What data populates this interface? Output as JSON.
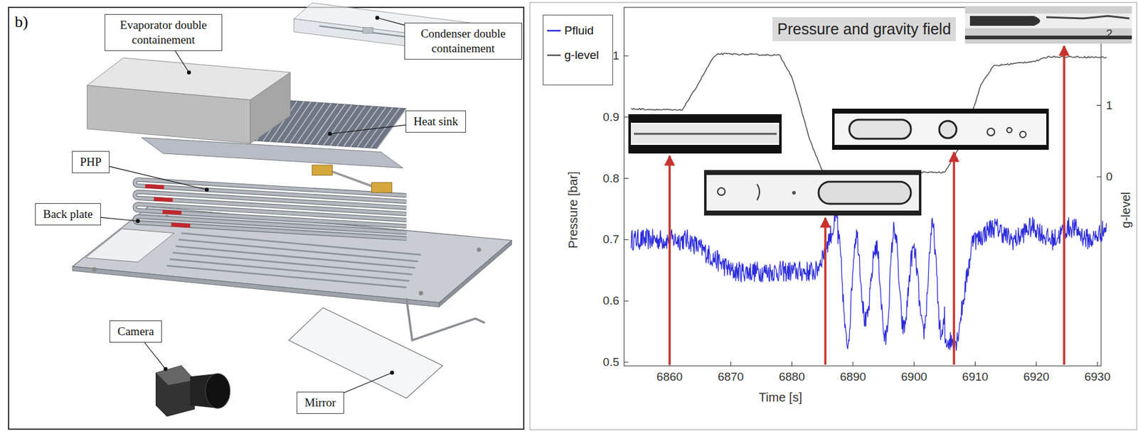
{
  "diagram": {
    "nodes": [
      {
        "text": [
          "Evaporator double containement"
        ]
      },
      {
        "text": [
          "Condenser double containement"
        ]
      },
      {
        "text": [
          "Heat sink"
        ]
      },
      {
        "text": [
          "PHP"
        ]
      },
      {
        "text": [
          "Back plate"
        ]
      },
      {
        "text": [
          "Camera"
        ]
      },
      {
        "text": [
          "Mirror"
        ]
      },
      {
        "text": [
          "Pressure and gravity field"
        ]
      }
    ],
    "labels": [
      "b)",
      "1",
      "0.9",
      "0.8",
      "0.7",
      "0.6",
      "0.5",
      "6860",
      "6870",
      "6880",
      "6890",
      "6900",
      "6910",
      "6920",
      "6930",
      "Time [s]",
      "Pressure [bar]",
      "2",
      "1",
      "0",
      "g-level"
    ],
    "legend": [
      {
        "text": "Pfluid"
      },
      {
        "text": "g-level"
      }
    ]
  }
}
